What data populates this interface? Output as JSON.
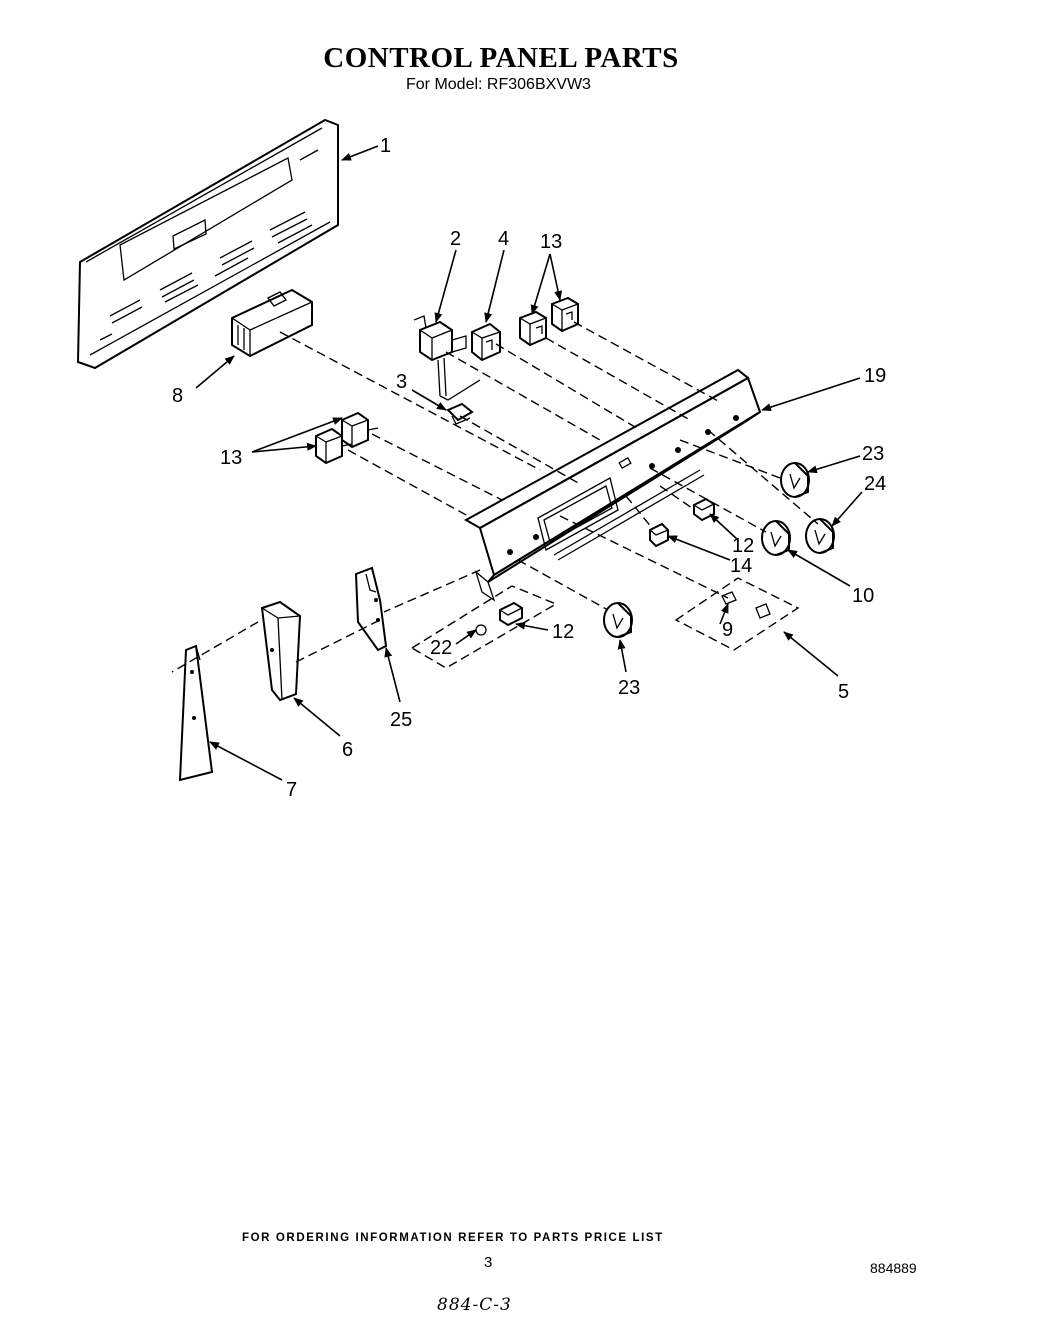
{
  "header": {
    "title": "CONTROL PANEL PARTS",
    "subtitle": "For Model: RF306BXVW3"
  },
  "callouts": {
    "c1": "1",
    "c2": "2",
    "c3": "3",
    "c4": "4",
    "c13a": "13",
    "c19": "19",
    "c8": "8",
    "c13b": "13",
    "c23a": "23",
    "c24": "24",
    "c12a": "12",
    "c14": "14",
    "c10": "10",
    "c9": "9",
    "c22": "22",
    "c12b": "12",
    "c23b": "23",
    "c5": "5",
    "c25": "25",
    "c6": "6",
    "c7": "7"
  },
  "footer": {
    "ordering_note": "FOR ORDERING INFORMATION REFER TO PARTS PRICE LIST",
    "page_number": "3",
    "doc_number": "884889",
    "handwritten_note": "884-C-3"
  }
}
